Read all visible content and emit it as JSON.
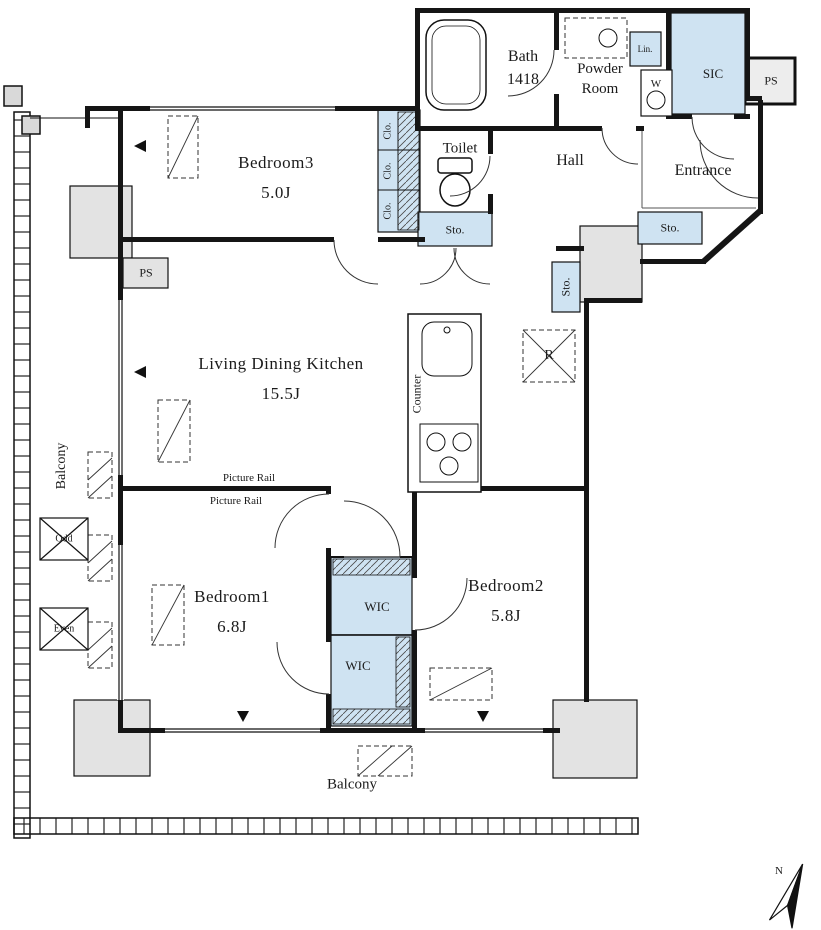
{
  "rooms": {
    "bedroom3": {
      "name": "Bedroom3",
      "area": "5.0J"
    },
    "ldk": {
      "name": "Living Dining Kitchen",
      "area": "15.5J"
    },
    "bedroom1": {
      "name": "Bedroom1",
      "area": "6.8J"
    },
    "bedroom2": {
      "name": "Bedroom2",
      "area": "5.8J"
    },
    "bath": {
      "name": "Bath",
      "size": "1418"
    },
    "powder_room": {
      "name": "Powder Room"
    },
    "toilet": {
      "name": "Toilet"
    },
    "hall": {
      "name": "Hall"
    },
    "entrance": {
      "name": "Entrance"
    },
    "sic": {
      "name": "SIC"
    },
    "balcony": {
      "name": "Balcony"
    }
  },
  "features": {
    "storage": "Sto.",
    "closet": "Clo.",
    "wic": "WIC",
    "linen": "Lin.",
    "washer": "W",
    "pipe_space": "PS",
    "counter": "Counter",
    "refrigerator": "R",
    "picture_rail": "Picture Rail",
    "ac_odd": "Odd",
    "ac_even": "Even"
  },
  "compass": {
    "north": "N"
  },
  "colors": {
    "storage_fill": "#cfe3f2",
    "pillar_fill": "#e3e3e3",
    "wall": "#151515",
    "background": "#ffffff"
  }
}
